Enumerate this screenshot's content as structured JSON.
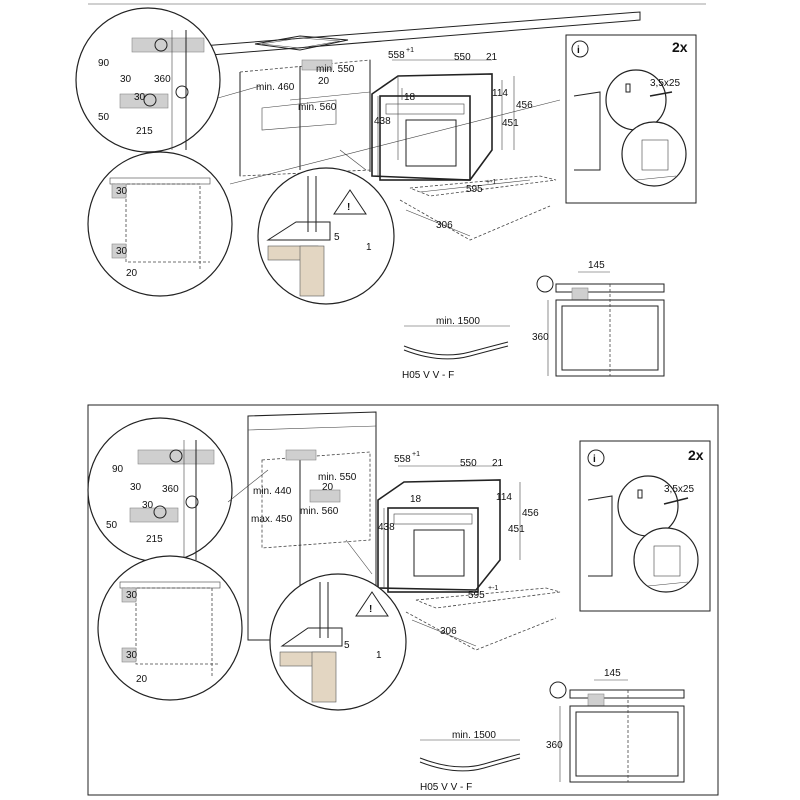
{
  "top": {
    "labels": {
      "d90": "90",
      "d30a": "30",
      "d360": "360",
      "d30b": "30",
      "d50": "50",
      "d215": "215",
      "min460": "min. 460",
      "min550": "min. 550",
      "d20": "20",
      "min560": "min. 560",
      "d558": "558",
      "d558sup": "+1",
      "d550": "550",
      "d21": "21",
      "d18": "18",
      "d114": "114",
      "d456": "456",
      "d438": "438",
      "d451": "451",
      "d595": "595",
      "d595sup": "+-1",
      "d306": "306",
      "c30a": "30",
      "c30b": "30",
      "c20": "20",
      "d5": "5",
      "d1": "1"
    },
    "info": {
      "count": "2x",
      "screw": "3,5x25",
      "info_letter": "i"
    },
    "side": {
      "d145": "145",
      "d360": "360"
    },
    "cable": {
      "length": "min. 1500",
      "type": "H05 V V - F"
    }
  },
  "bottom": {
    "labels": {
      "d90": "90",
      "d30a": "30",
      "d360": "360",
      "d30b": "30",
      "d50": "50",
      "d215": "215",
      "min440": "min. 440",
      "max450": "max. 450",
      "min550": "min. 550",
      "d20": "20",
      "min560": "min. 560",
      "d558": "558",
      "d558sup": "+1",
      "d550": "550",
      "d21": "21",
      "d18": "18",
      "d114": "114",
      "d456": "456",
      "d438": "438",
      "d451": "451",
      "d595": "595",
      "d595sup": "+-1",
      "d306": "306",
      "c30a": "30",
      "c30b": "30",
      "c20": "20",
      "d5": "5",
      "d1": "1"
    },
    "info": {
      "count": "2x",
      "screw": "3,5x25",
      "info_letter": "i"
    },
    "side": {
      "d145": "145",
      "d360": "360"
    },
    "cable": {
      "length": "min. 1500",
      "type": "H05 V V - F"
    }
  }
}
